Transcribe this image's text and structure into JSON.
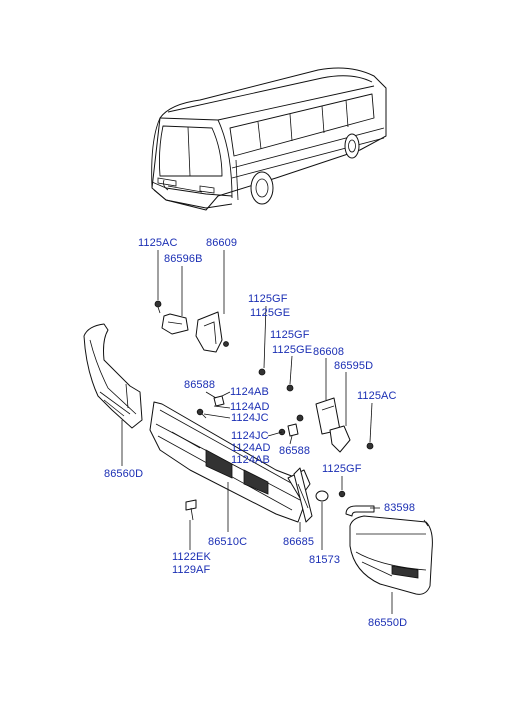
{
  "diagram": {
    "part_labels": [
      {
        "id": "p1125ac_top",
        "text": "1125AC"
      },
      {
        "id": "p86609",
        "text": "86609"
      },
      {
        "id": "p86596b",
        "text": "86596B"
      },
      {
        "id": "p1125gf_a",
        "text": "1125GF"
      },
      {
        "id": "p1125ge_a",
        "text": "1125GE"
      },
      {
        "id": "p1125gf_b",
        "text": "1125GF"
      },
      {
        "id": "p1125ge_b",
        "text": "1125GE"
      },
      {
        "id": "p86608",
        "text": "86608"
      },
      {
        "id": "p86595d",
        "text": "86595D"
      },
      {
        "id": "p1125ac_right",
        "text": "1125AC"
      },
      {
        "id": "p86588_a",
        "text": "86588"
      },
      {
        "id": "p1124ab_a",
        "text": "1124AB"
      },
      {
        "id": "p1124ad_a",
        "text": "1124AD"
      },
      {
        "id": "p1124jc_a",
        "text": "1124JC"
      },
      {
        "id": "p1124jc_b",
        "text": "1124JC"
      },
      {
        "id": "p1124ad_b",
        "text": "1124AD"
      },
      {
        "id": "p1124ab_b",
        "text": "1124AB"
      },
      {
        "id": "p86588_b",
        "text": "86588"
      },
      {
        "id": "p86560d",
        "text": "86560D"
      },
      {
        "id": "p1125gf_c",
        "text": "1125GF"
      },
      {
        "id": "p83598",
        "text": "83598"
      },
      {
        "id": "p86510c",
        "text": "86510C"
      },
      {
        "id": "p86685",
        "text": "86685"
      },
      {
        "id": "p81573",
        "text": "81573"
      },
      {
        "id": "p1122ek",
        "text": "1122EK"
      },
      {
        "id": "p1129af",
        "text": "1129AF"
      },
      {
        "id": "p86550d",
        "text": "86550D"
      }
    ]
  }
}
